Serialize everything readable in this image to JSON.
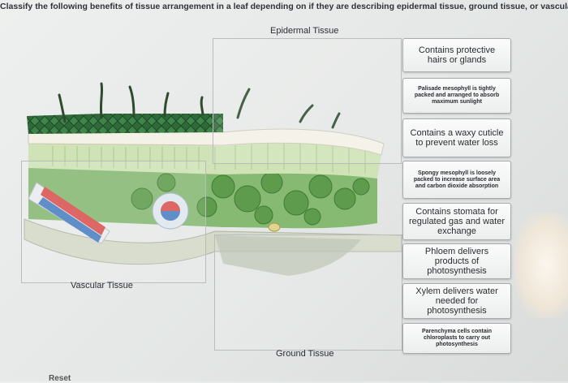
{
  "question": "Classify the following benefits of tissue arrangement in a leaf depending on if they are describing epidermal tissue, ground tissue, or vascular t",
  "zones": {
    "epidermal": "Epidermal Tissue",
    "vascular": "Vascular Tissue",
    "ground": "Ground Tissue"
  },
  "cards": [
    {
      "text": "Contains protective hairs or glands",
      "size": "lg"
    },
    {
      "text": "Palisade mesophyll is tightly packed and arranged to absorb maximum sunlight",
      "size": "sm"
    },
    {
      "text": "Contains a waxy cuticle to prevent water loss",
      "size": "lg"
    },
    {
      "text": "Spongy mesophyll is loosely packed to increase surface area and carbon dioxide absorption",
      "size": "sm"
    },
    {
      "text": "Contains stomata for regulated gas and water exchange",
      "size": "lg"
    },
    {
      "text": "Phloem delivers products of photosynthesis",
      "size": "lg"
    },
    {
      "text": "Xylem delivers water needed for photosynthesis",
      "size": "lg"
    },
    {
      "text": "Parenchyma cells contain chloroplasts to carry out photosynthesis",
      "size": "sm"
    }
  ],
  "reset_label": "Reset",
  "colors": {
    "epidermis_top": "#2f6b3a",
    "palisade": "#cfe3b6",
    "spongy": "#5f9b4c",
    "xylem": "#d9534f",
    "phloem": "#4a7fc1"
  }
}
